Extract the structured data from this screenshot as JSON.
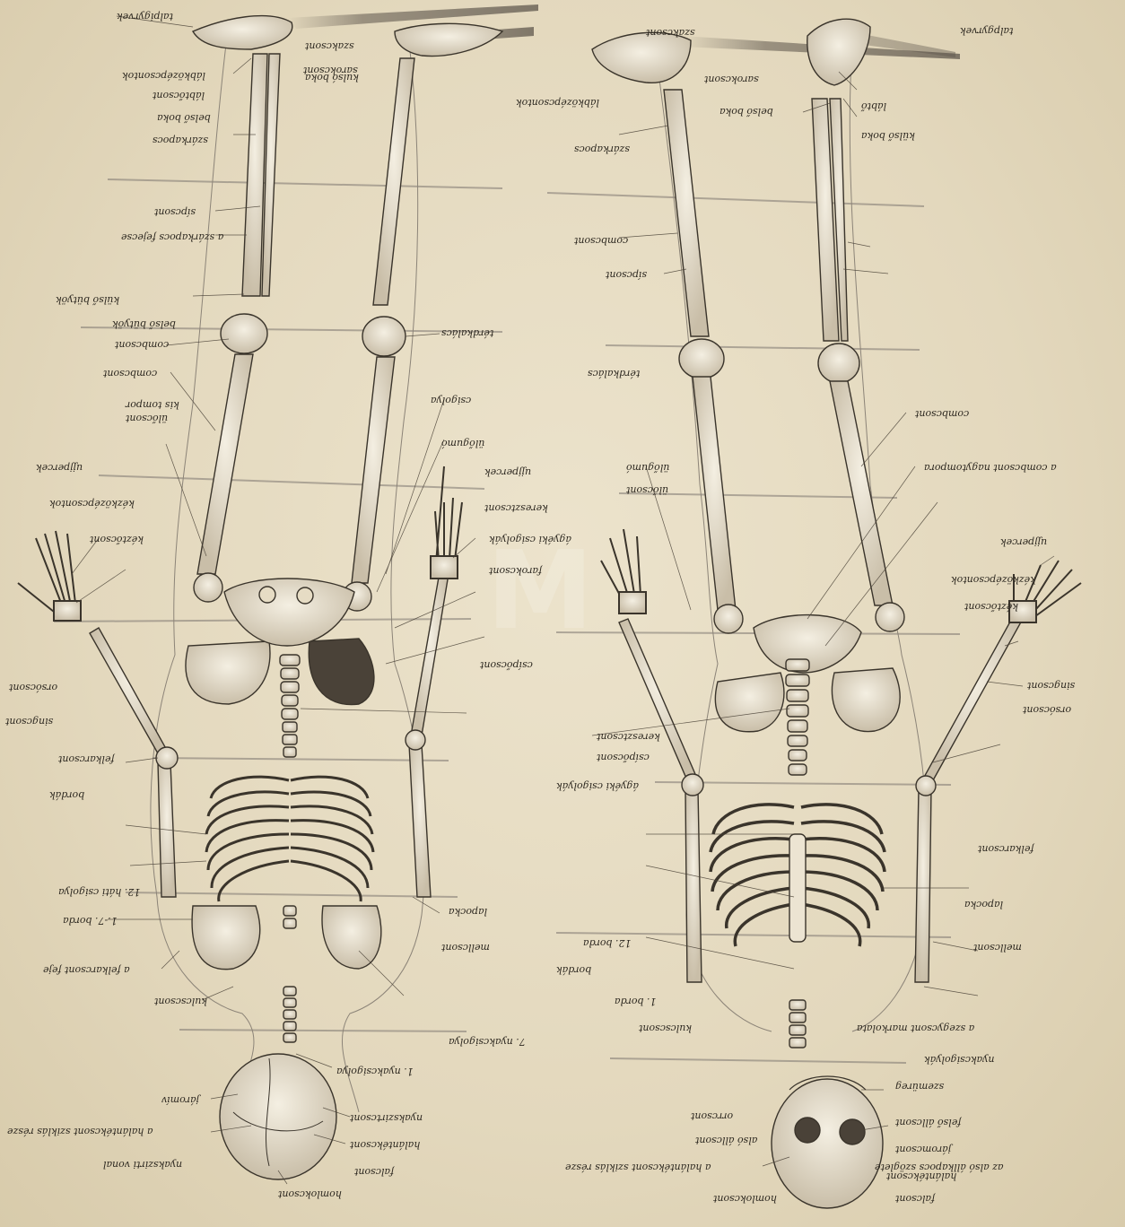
{
  "colors": {
    "paper": "#e6dcc4",
    "ink": "#2d2820",
    "bone": "#f1ebdc",
    "shadow": "#6f665a",
    "guide": "#7d7670"
  },
  "watermark_icon": "mozaik-logo-watermark",
  "left_figure_labels": [
    "talpigyrvek",
    "szakcsont",
    "sarokcsont",
    "kulsó boka",
    "lábközépcsontok",
    "lábtőcsont",
    "belső boka",
    "szárkapocs",
    "sípcsont",
    "a szárkapocs fejecse",
    "külső bütyök",
    "belső bütyök",
    "combcsont",
    "térdkalács",
    "combcsont",
    "csigolya",
    "kis tompor",
    "ülőcsont",
    "ülőgumó",
    "ujjpercek",
    "kézközépcsontok",
    "kéztőcsont",
    "ujjpercek",
    "keresztcsont",
    "ágyéki csigolyák",
    "farokcsont",
    "csípőcsont",
    "orsócsont",
    "singcsont",
    "felkarcsont",
    "bordák",
    "1.-7. borda",
    "12. háti csigolya",
    "a felkarcsont feje",
    "kulcscsont",
    "lapocka",
    "mellcsont",
    "7. nyakcsigolya",
    "1. nyakcsigolya",
    "járomív",
    "nyakszirtcsont",
    "falcsont",
    "homlokcsont",
    "halántékcsont",
    "a halántékcsont sziklás része",
    "nyakszirti vonal"
  ],
  "right_figure_labels": [
    "talpgyrvek",
    "szakcsont",
    "sarokcsont",
    "lábközépcsontok",
    "lábtő",
    "belső boka",
    "külső boka",
    "szárkapocs",
    "sípcsont",
    "térdkalács",
    "combcsont",
    "combcsont",
    "a combcsont nagytompora",
    "ülőgumó",
    "ülőcsont",
    "ujjpercek",
    "kézközépcsontok",
    "kéztőcsont",
    "singcsont",
    "orsócsont",
    "keresztcsont",
    "csípőcsont",
    "ágyéki csigolyák",
    "felkarcsont",
    "lapocka",
    "bordák",
    "mellcsont",
    "kulcscsont",
    "12. borda",
    "1. borda",
    "nyakcsigolyák",
    "a szegycsont markolata",
    "szemüreg",
    "orrcsont",
    "felső állcsont",
    "alsó állcsont",
    "járomcsont",
    "halántékcsont",
    "falcsont",
    "homlokcsont",
    "a halántékcsont sziklás része",
    "az alsó állkapocs szöglete"
  ]
}
